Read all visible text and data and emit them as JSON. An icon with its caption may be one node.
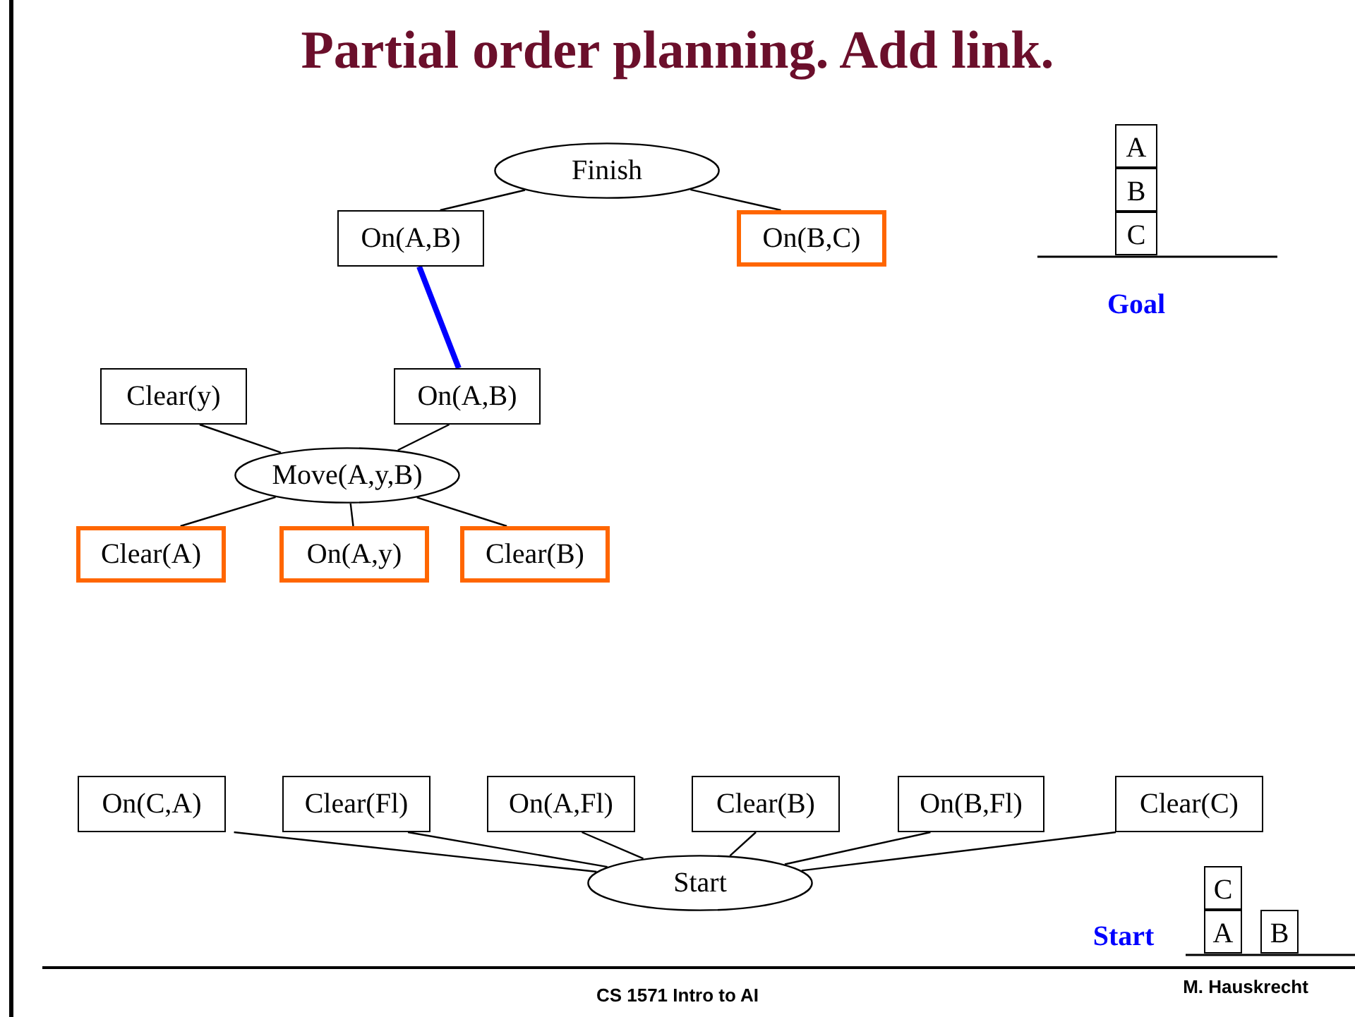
{
  "diagram": {
    "title": "Partial order planning. Add link.",
    "nodes": [
      {
        "text": [
          "Finish"
        ]
      },
      {
        "text": [
          "On(A,B)"
        ]
      },
      {
        "text": [
          "On(B,C)"
        ]
      },
      {
        "text": [
          "Clear(y)"
        ]
      },
      {
        "text": [
          "On(A,B)"
        ]
      },
      {
        "text": [
          "Move(A,y,B)"
        ]
      },
      {
        "text": [
          "Clear(A)"
        ]
      },
      {
        "text": [
          "On(A,y)"
        ]
      },
      {
        "text": [
          "Clear(B)"
        ]
      },
      {
        "text": [
          "On(C,A)"
        ]
      },
      {
        "text": [
          "Clear(Fl)"
        ]
      },
      {
        "text": [
          "On(A,Fl)"
        ]
      },
      {
        "text": [
          "Clear(B)"
        ]
      },
      {
        "text": [
          "On(B,Fl)"
        ]
      },
      {
        "text": [
          "Clear(C)"
        ]
      },
      {
        "text": [
          "Start"
        ]
      },
      {
        "text": [
          "A"
        ]
      },
      {
        "text": [
          "B"
        ]
      },
      {
        "text": [
          "C"
        ]
      },
      {
        "text": [
          "C"
        ]
      },
      {
        "text": [
          "A"
        ]
      },
      {
        "text": [
          "B"
        ]
      }
    ],
    "edges": [
      {
        "from": 0,
        "to": 1,
        "arrow": "none"
      },
      {
        "from": 0,
        "to": 2,
        "arrow": "none"
      },
      {
        "from": 1,
        "to": 4,
        "arrow": "none",
        "style": "thick",
        "color": "#0000ff"
      },
      {
        "from": 3,
        "to": 5,
        "arrow": "none"
      },
      {
        "from": 4,
        "to": 5,
        "arrow": "none"
      },
      {
        "from": 5,
        "to": 6,
        "arrow": "none"
      },
      {
        "from": 5,
        "to": 7,
        "arrow": "none"
      },
      {
        "from": 5,
        "to": 8,
        "arrow": "none"
      },
      {
        "from": 9,
        "to": 15,
        "arrow": "none"
      },
      {
        "from": 10,
        "to": 15,
        "arrow": "none"
      },
      {
        "from": 11,
        "to": 15,
        "arrow": "none"
      },
      {
        "from": 12,
        "to": 15,
        "arrow": "none"
      },
      {
        "from": 13,
        "to": 15,
        "arrow": "none"
      },
      {
        "from": 14,
        "to": 15,
        "arrow": "none"
      }
    ],
    "labels": [
      "Goal",
      "Start",
      "CS 1571 Intro to AI",
      "M. Hauskrecht"
    ]
  }
}
